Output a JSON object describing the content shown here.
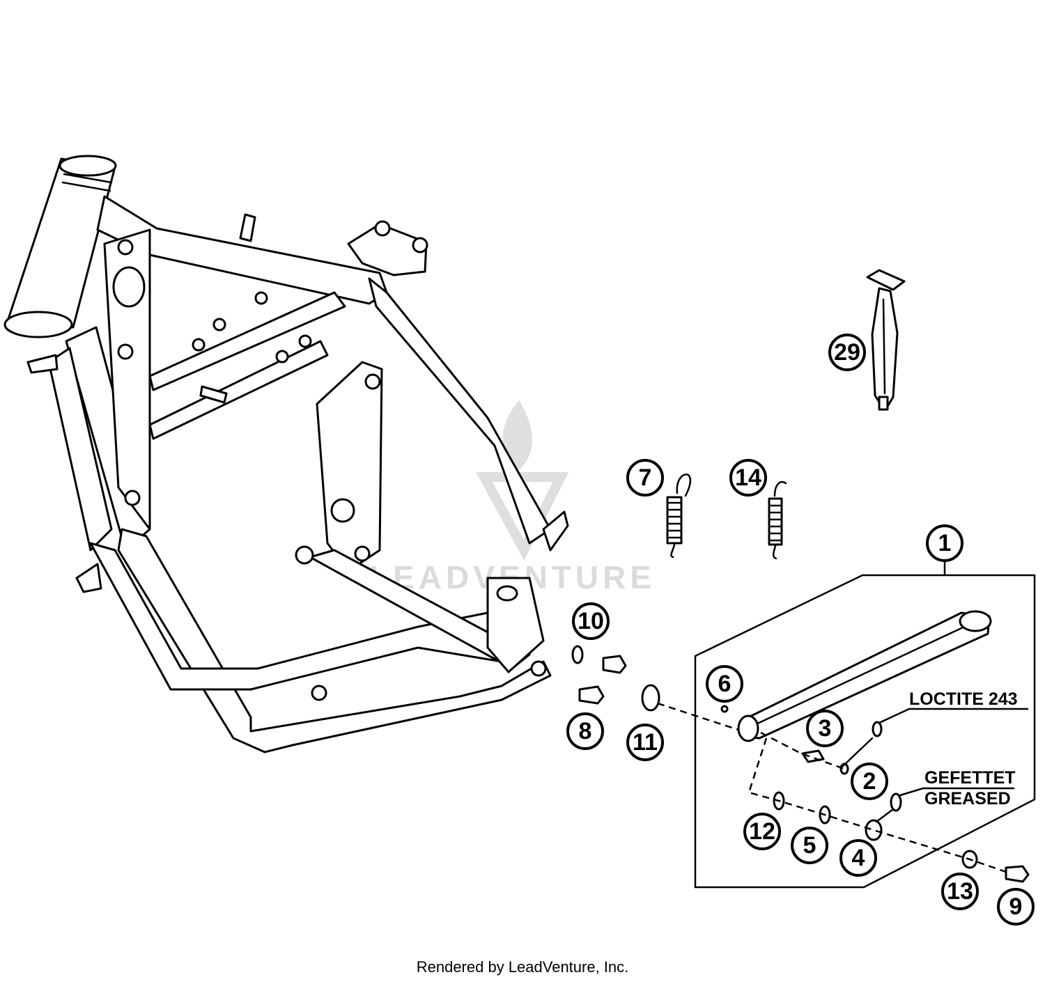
{
  "watermark": {
    "brand": "LEADVENTURE"
  },
  "callouts": [
    {
      "id": "1",
      "label": "1"
    },
    {
      "id": "2",
      "label": "2"
    },
    {
      "id": "3",
      "label": "3"
    },
    {
      "id": "4",
      "label": "4"
    },
    {
      "id": "5",
      "label": "5"
    },
    {
      "id": "6",
      "label": "6"
    },
    {
      "id": "7",
      "label": "7"
    },
    {
      "id": "8",
      "label": "8"
    },
    {
      "id": "9",
      "label": "9"
    },
    {
      "id": "10",
      "label": "10"
    },
    {
      "id": "11",
      "label": "11"
    },
    {
      "id": "12",
      "label": "12"
    },
    {
      "id": "13",
      "label": "13"
    },
    {
      "id": "14",
      "label": "14"
    },
    {
      "id": "29",
      "label": "29"
    }
  ],
  "notes": {
    "loctite": "LOCTITE 243",
    "gefettet": "GEFETTET",
    "greased": "GREASED"
  },
  "footer": {
    "text": "Rendered by LeadVenture, Inc."
  }
}
